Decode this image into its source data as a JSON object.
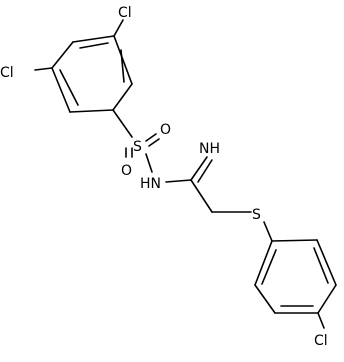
{
  "structure": {
    "atoms": {
      "cl_top": "Cl",
      "cl_left": "Cl",
      "s_sulfonyl": "S",
      "o_left": "O",
      "o_right": "O",
      "nh_amide": "HN",
      "nh_imine": "NH",
      "s_thio": "S",
      "cl_bottom": "Cl"
    }
  }
}
